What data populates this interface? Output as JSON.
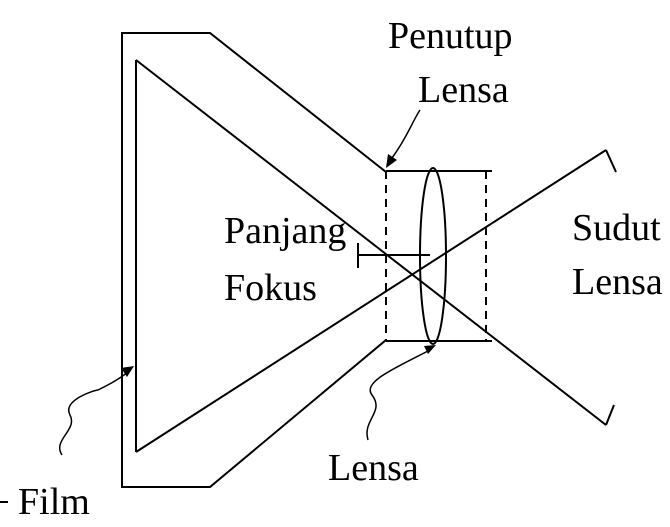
{
  "labels": {
    "lens_cover_line1": "Penutup",
    "lens_cover_line2": "Lensa",
    "focal_length_line1": "Panjang",
    "focal_length_line2": "Fokus",
    "lens_angle_line1": "Sudut",
    "lens_angle_line2": "Lensa",
    "lens": "Lensa",
    "film": "Film"
  },
  "colors": {
    "stroke": "#000000",
    "background": "#ffffff"
  }
}
